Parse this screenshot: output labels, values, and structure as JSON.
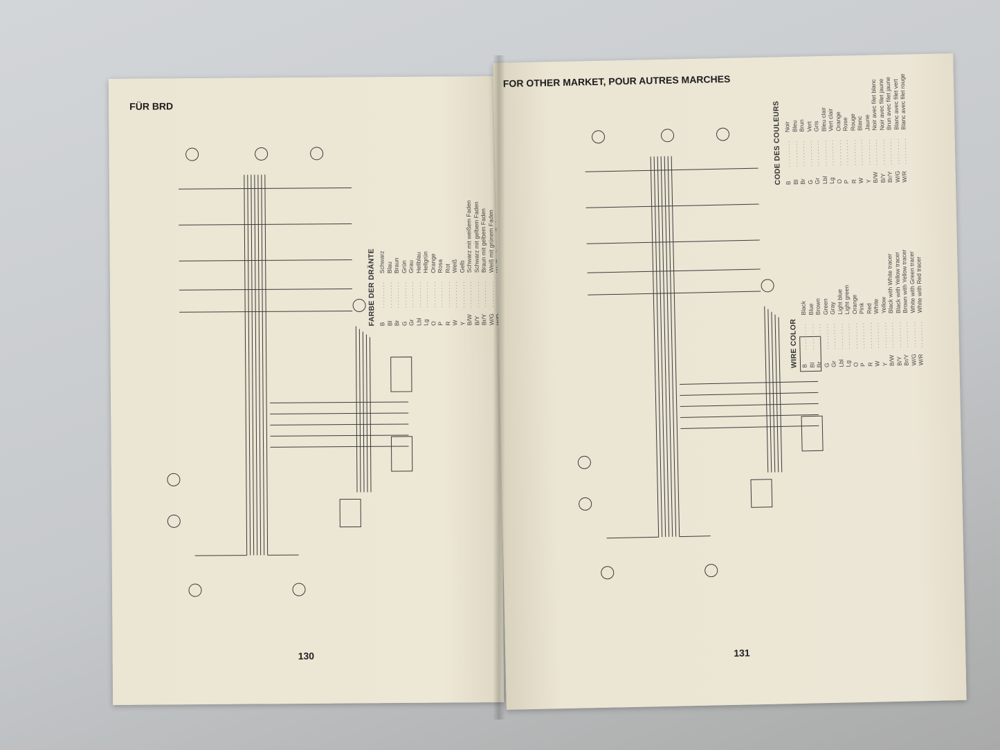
{
  "left_page": {
    "title": "FÜR BRD",
    "page_number": "130",
    "legend": {
      "title": "FARBE DER DRÄNTE",
      "entries": [
        {
          "code": "B",
          "color": "Schwarz"
        },
        {
          "code": "Bl",
          "color": "Blau"
        },
        {
          "code": "Br",
          "color": "Braun"
        },
        {
          "code": "G",
          "color": "Grün"
        },
        {
          "code": "Gr",
          "color": "Grau"
        },
        {
          "code": "Lbl",
          "color": "Hellblau"
        },
        {
          "code": "Lg",
          "color": "Hellgrün"
        },
        {
          "code": "O",
          "color": "Orange"
        },
        {
          "code": "P",
          "color": "Rosa"
        },
        {
          "code": "R",
          "color": "Rot"
        },
        {
          "code": "W",
          "color": "Weiß"
        },
        {
          "code": "Y",
          "color": "Gelb"
        },
        {
          "code": "B/W",
          "color": "Schwarz mit weißem Faden"
        },
        {
          "code": "B/Y",
          "color": "Schwarz mit gelbem Faden"
        },
        {
          "code": "Br/Y",
          "color": "Braun mit gelbem Faden"
        },
        {
          "code": "W/G",
          "color": "Weiß mit grünem Faden"
        },
        {
          "code": "W/R",
          "color": "Weiß mit rotem Faden"
        }
      ]
    }
  },
  "right_page": {
    "title": "FOR OTHER MARKET, POUR AUTRES MARCHES",
    "page_number": "131",
    "legend_en": {
      "title": "WIRE COLOR",
      "entries": [
        {
          "code": "B",
          "color": "Black"
        },
        {
          "code": "Bl",
          "color": "Blue"
        },
        {
          "code": "Br",
          "color": "Brown"
        },
        {
          "code": "G",
          "color": "Green"
        },
        {
          "code": "Gr",
          "color": "Gray"
        },
        {
          "code": "Lbl",
          "color": "Light blue"
        },
        {
          "code": "Lg",
          "color": "Light green"
        },
        {
          "code": "O",
          "color": "Orange"
        },
        {
          "code": "P",
          "color": "Pink"
        },
        {
          "code": "R",
          "color": "Red"
        },
        {
          "code": "W",
          "color": "White"
        },
        {
          "code": "Y",
          "color": "Yellow"
        },
        {
          "code": "B/W",
          "color": "Black with White tracer"
        },
        {
          "code": "B/Y",
          "color": "Black with Yellow tracer"
        },
        {
          "code": "Br/Y",
          "color": "Brown with Yellow tracer"
        },
        {
          "code": "W/G",
          "color": "White with Green tracer"
        },
        {
          "code": "W/R",
          "color": "White with Red tracer"
        }
      ]
    },
    "legend_fr": {
      "title": "CODE DES COULEURS",
      "entries": [
        {
          "code": "B",
          "color": "Noir"
        },
        {
          "code": "Bl",
          "color": "Bleu"
        },
        {
          "code": "Br",
          "color": "Brun"
        },
        {
          "code": "G",
          "color": "Vert"
        },
        {
          "code": "Gr",
          "color": "Gris"
        },
        {
          "code": "Lbl",
          "color": "Bleu clair"
        },
        {
          "code": "Lg",
          "color": "Vert clair"
        },
        {
          "code": "O",
          "color": "Orange"
        },
        {
          "code": "P",
          "color": "Rose"
        },
        {
          "code": "R",
          "color": "Rouge"
        },
        {
          "code": "W",
          "color": "Blanc"
        },
        {
          "code": "Y",
          "color": "Jaune"
        },
        {
          "code": "B/W",
          "color": "Noir avec filet blanc"
        },
        {
          "code": "B/Y",
          "color": "Noir avec filet jaune"
        },
        {
          "code": "Br/Y",
          "color": "Brun avec filet jaune"
        },
        {
          "code": "W/G",
          "color": "Blanc avec filet vert"
        },
        {
          "code": "W/R",
          "color": "Blanc avec filet rouge"
        }
      ]
    }
  }
}
